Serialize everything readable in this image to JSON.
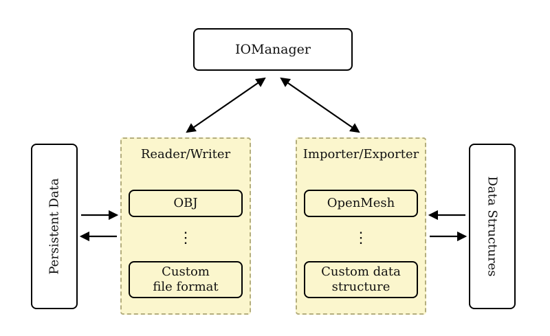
{
  "diagram": {
    "io_manager_label": "IOManager",
    "reader_writer_panel": {
      "title": "Reader/Writer",
      "items": [
        "OBJ",
        "Custom\nfile format"
      ],
      "dots": "⋮"
    },
    "importer_exporter_panel": {
      "title": "Importer/Exporter",
      "items": [
        "OpenMesh",
        "Custom data\nstructure"
      ],
      "dots": "⋮"
    },
    "left_side_label": "Persistent Data",
    "right_side_label": "Data Structures",
    "colors": {
      "panel_fill": "#fbf6cd",
      "panel_border": "#b3ad7c",
      "box_border": "#000000",
      "bg": "#ffffff"
    }
  }
}
